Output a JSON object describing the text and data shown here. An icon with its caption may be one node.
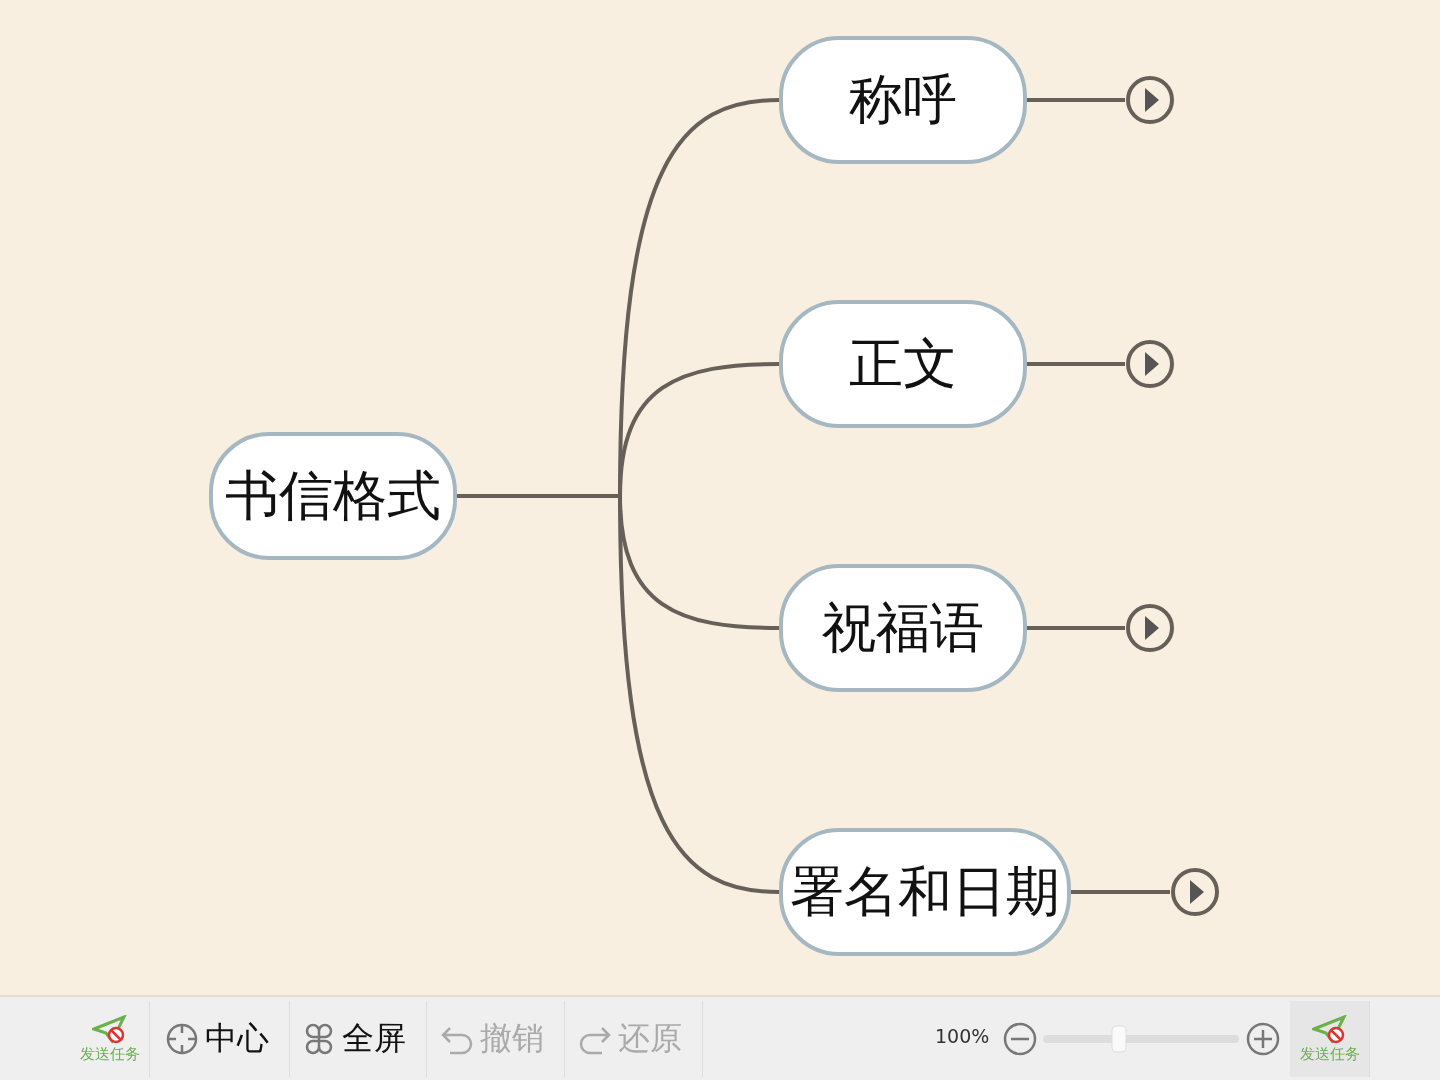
{
  "diagram": {
    "nodes": [
      {
        "text": [
          "书信格式"
        ]
      },
      {
        "text": [
          "称呼"
        ]
      },
      {
        "text": [
          "正文"
        ]
      },
      {
        "text": [
          "祝福语"
        ]
      },
      {
        "text": [
          "署名和日期"
        ]
      },
      {
        "text": [],
        "shape": "circle"
      },
      {
        "text": [],
        "shape": "circle"
      },
      {
        "text": [],
        "shape": "circle"
      },
      {
        "text": [],
        "shape": "circle"
      }
    ],
    "edges": [
      {
        "from": 0,
        "to": 1,
        "arrow": "none"
      },
      {
        "from": 0,
        "to": 2,
        "arrow": "none"
      },
      {
        "from": 0,
        "to": 3,
        "arrow": "none"
      },
      {
        "from": 0,
        "to": 4,
        "arrow": "none"
      },
      {
        "from": 1,
        "to": 5,
        "arrow": "none"
      },
      {
        "from": 2,
        "to": 6,
        "arrow": "none"
      },
      {
        "from": 3,
        "to": 7,
        "arrow": "none"
      },
      {
        "from": 4,
        "to": 8,
        "arrow": "none"
      }
    ],
    "labels": [
      "发送任务",
      "中心",
      "全屏",
      "撤销",
      "还原",
      "100%",
      "发送任务"
    ]
  }
}
